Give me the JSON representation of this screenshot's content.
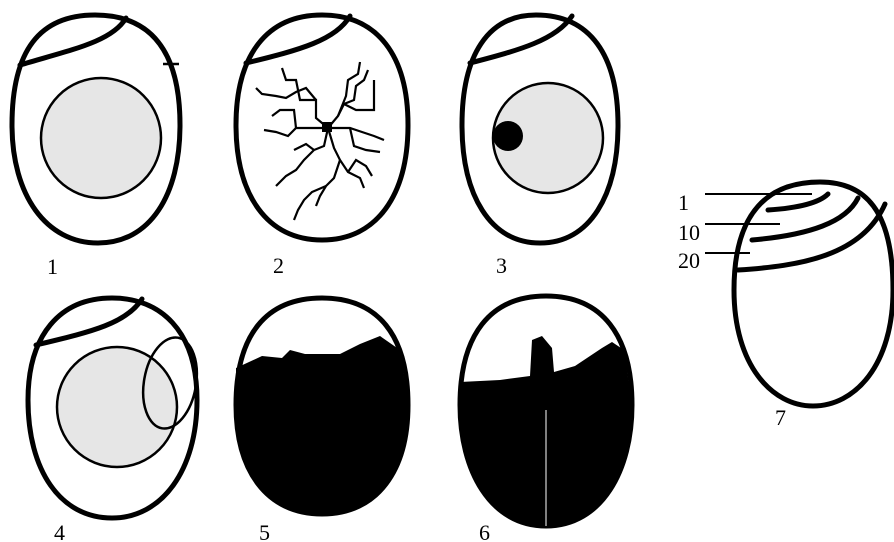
{
  "figure": {
    "labels": {
      "egg_1": "1",
      "egg_2": "2",
      "egg_3": "3",
      "egg_4": "4",
      "egg_5": "5",
      "egg_6": "6",
      "egg_7": "7"
    },
    "air_cell_scale": [
      "1",
      "10",
      "20"
    ]
  }
}
